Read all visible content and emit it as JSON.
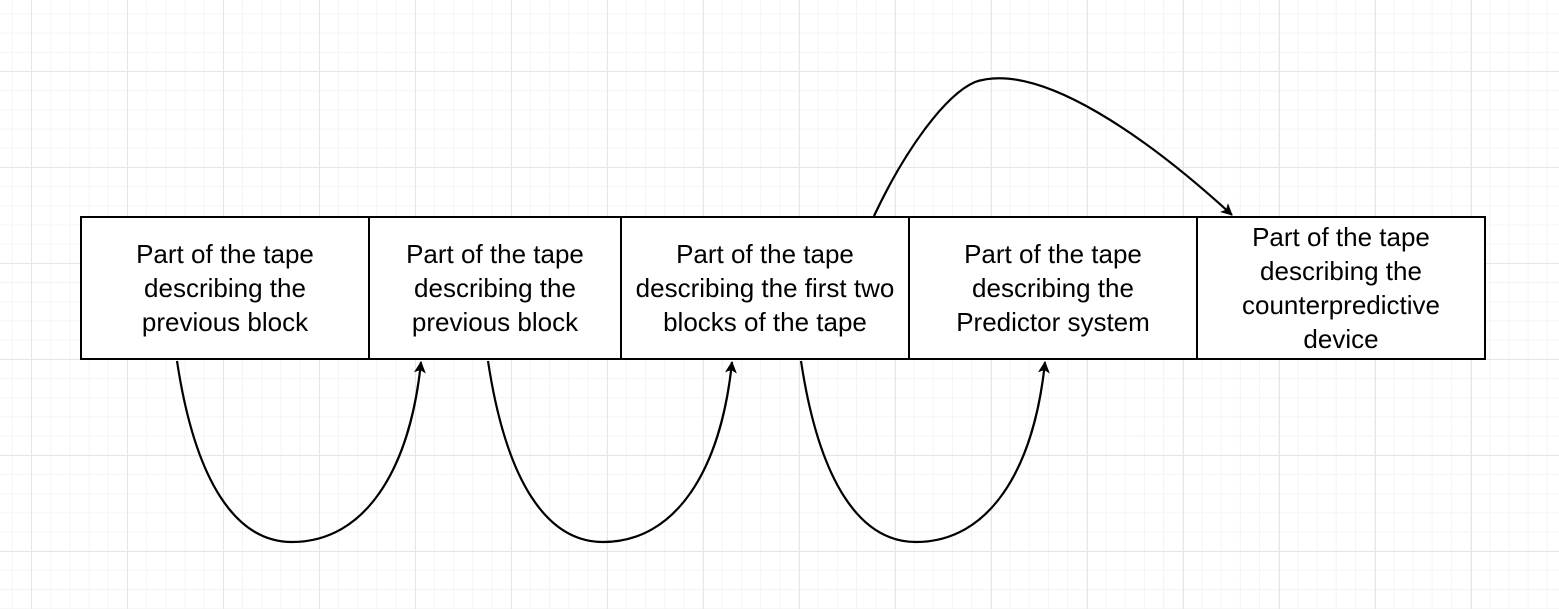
{
  "blocks": [
    {
      "label": "Part of the tape describing the previous block"
    },
    {
      "label": "Part of the tape describing the previous block"
    },
    {
      "label": "Part of the tape describing the first two blocks of the tape"
    },
    {
      "label": "Part of the tape describing the Predictor system"
    },
    {
      "label": "Part of the tape describing the counterpredictive device"
    }
  ],
  "colors": {
    "stroke": "#000000",
    "grid": "#e6e6e6",
    "background": "#ffffff"
  }
}
